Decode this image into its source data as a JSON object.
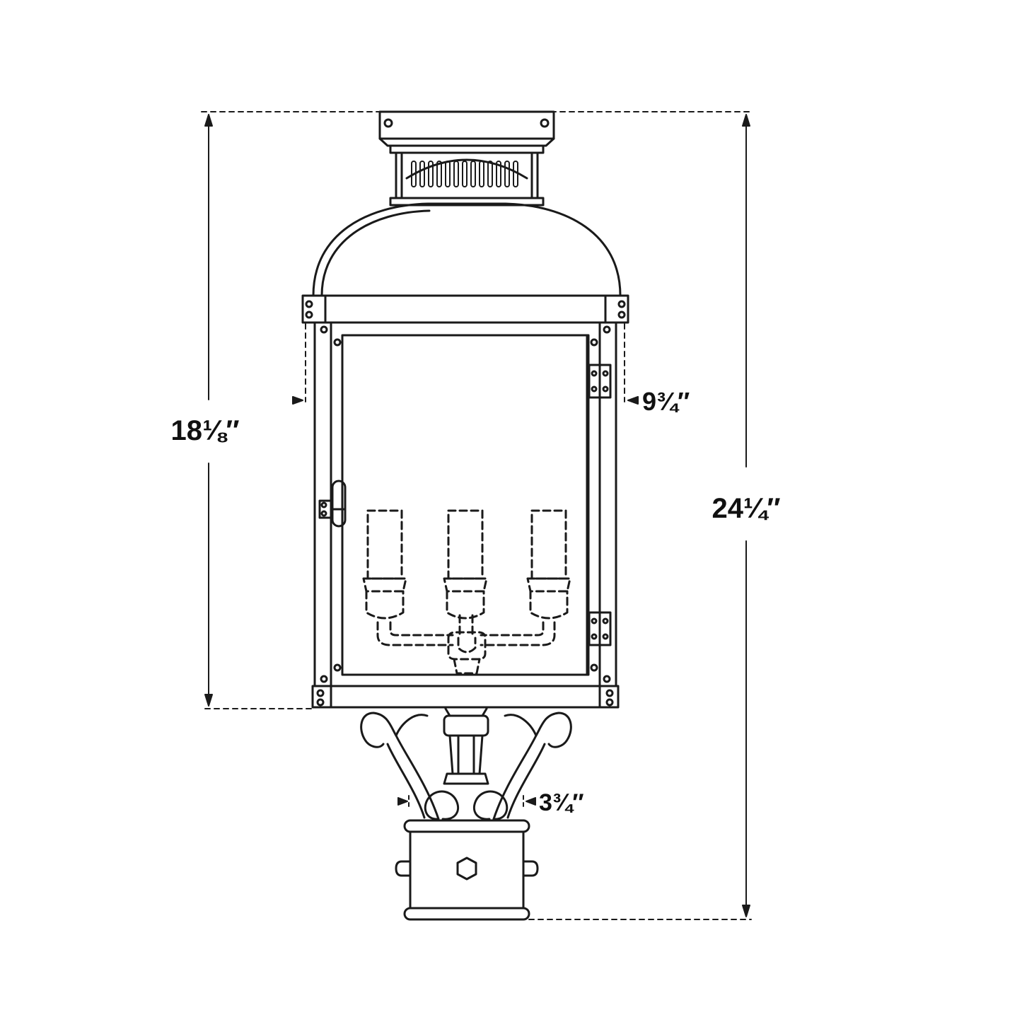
{
  "diagram": {
    "subject": "post-lantern",
    "colors": {
      "line": "#1a1a1a",
      "background": "#ffffff"
    },
    "dimensions": {
      "body_height": "18⅛″",
      "overall_height": "24¼″",
      "body_width": "9¾″",
      "post_fitter_width": "3¾″"
    },
    "bulb_count": 3
  }
}
